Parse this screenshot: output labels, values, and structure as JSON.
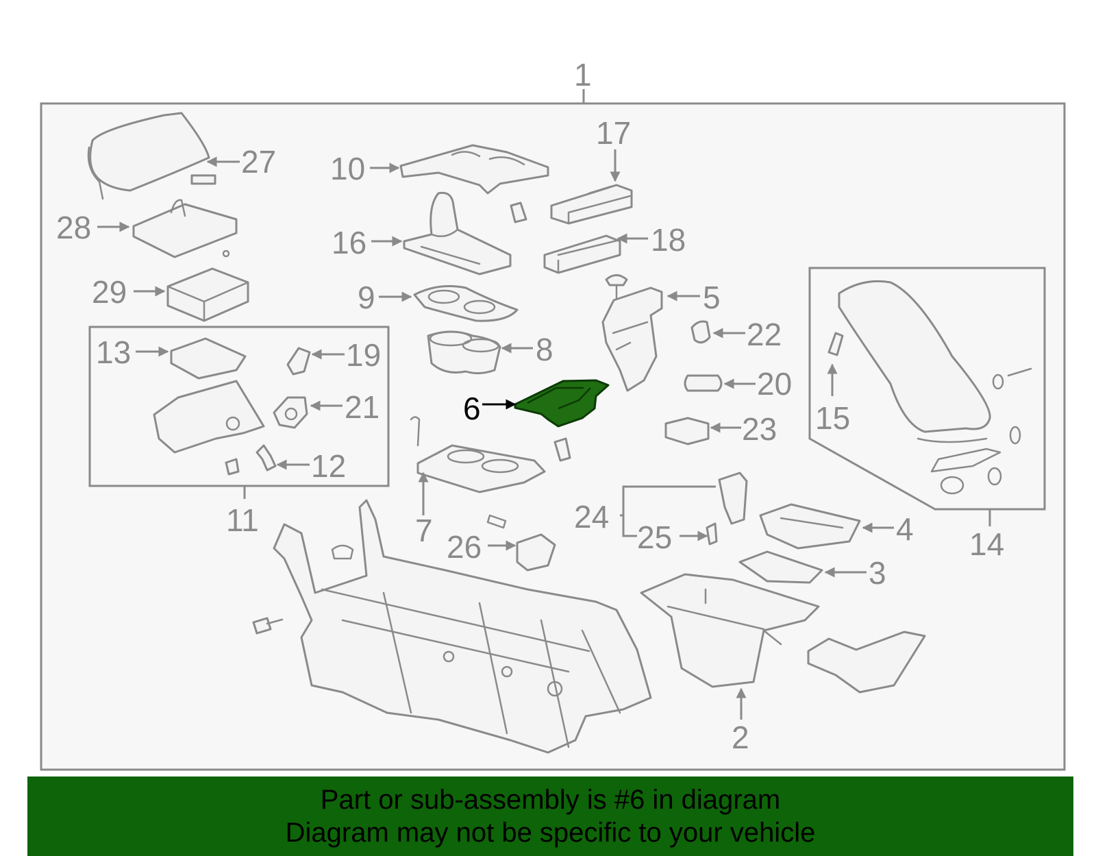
{
  "diagram": {
    "highlight_color": "#1f6e12",
    "line_color": "#8a8a8a",
    "assembly_label": "1",
    "highlighted_label": "6",
    "callouts": {
      "c2": "2",
      "c3": "3",
      "c4": "4",
      "c5": "5",
      "c6": "6",
      "c7": "7",
      "c8": "8",
      "c9": "9",
      "c10": "10",
      "c11": "11",
      "c12": "12",
      "c13": "13",
      "c14": "14",
      "c15": "15",
      "c16": "16",
      "c17": "17",
      "c18": "18",
      "c19": "19",
      "c20": "20",
      "c21": "21",
      "c22": "22",
      "c23": "23",
      "c24": "24",
      "c25": "25",
      "c26": "26",
      "c27": "27",
      "c28": "28",
      "c29": "29"
    }
  },
  "banner": {
    "color": "#0e6408",
    "line1": "Part or sub-assembly is #6 in diagram",
    "line2": "Diagram may not be specific to your vehicle"
  }
}
